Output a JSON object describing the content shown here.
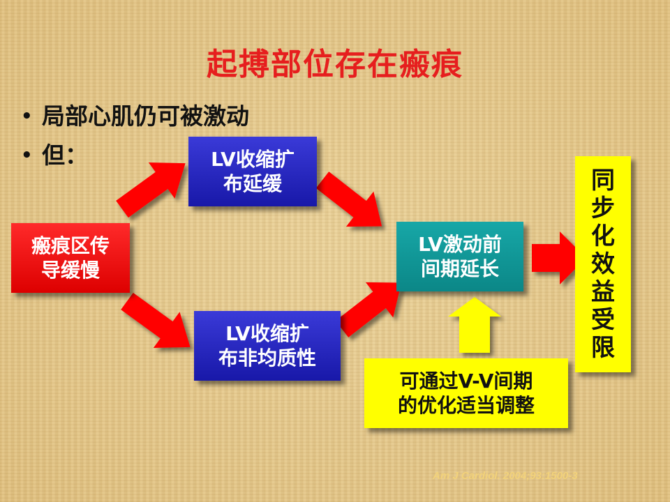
{
  "title": "起搏部位存在瘢痕",
  "bullets": [
    "局部心肌仍可被激动",
    "但："
  ],
  "bullet_symbol": "•",
  "boxes": {
    "scar": "瘢痕区传\n导缓慢",
    "lv_slow": "LV收缩扩\n布延缓",
    "lv_uneven": "LV收缩扩\n布非均质性",
    "lv_pre": "LV激动前\n间期延长",
    "vv": "可通过V-V间期\n的优化适当调整",
    "result": "同\n步\n化\n效\n益\n受\n限"
  },
  "citation": "Am J Cardiol. 2004;93:1500-3",
  "colors": {
    "title": "#e61e1e",
    "arrow_red": "#ff0000",
    "arrow_yellow": "#ffff00",
    "box_blue": "#2020b8",
    "box_red": "#ff0000",
    "box_teal": "#109898",
    "box_yellow": "#ffff00"
  }
}
